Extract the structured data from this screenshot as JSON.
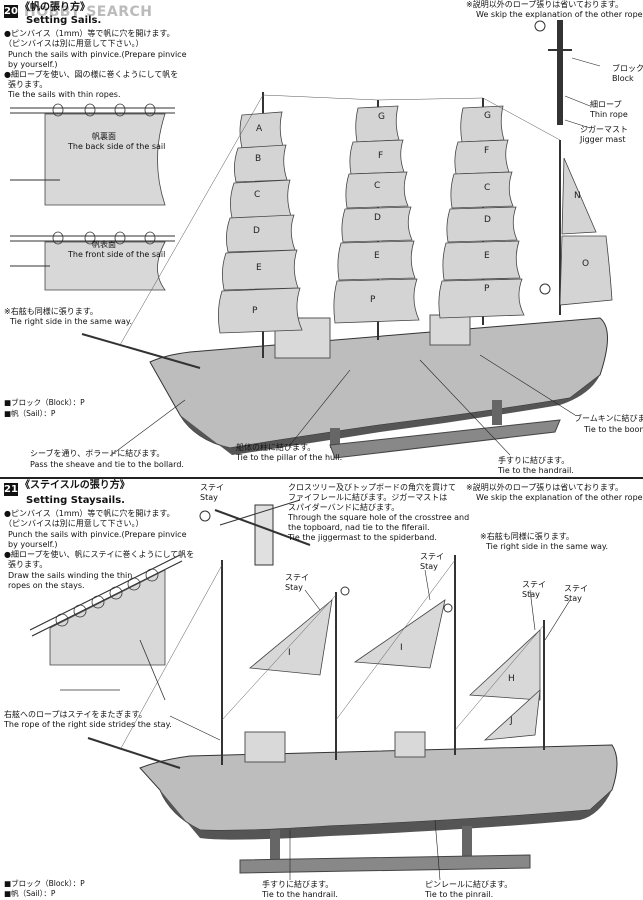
{
  "watermark": "HOBBY SEARCH",
  "step20": {
    "number": "20",
    "title_jp": "《帆の張り方》",
    "title_en": "Setting Sails.",
    "instr1_jp_a": "●ピンバイス（1mm）等で帆に穴を開けます。",
    "instr1_jp_b": "（ピンバイスは別に用意して下さい。）",
    "instr1_en_a": "Punch the sails with pinvice.(Prepare pinvice",
    "instr1_en_b": "by yourself.)",
    "instr2_jp_a": "●細ロープを使い、図の様に巻くようにして帆を",
    "instr2_jp_b": "張ります。",
    "instr2_en": "Tie the sails with thin ropes.",
    "back_jp": "帆裏面",
    "back_en": "The back side of the sail",
    "front_jp": "帆表面",
    "front_en": "The front side of the sail",
    "right_side_jp": "※右舷も同様に張ります。",
    "right_side_en": "Tie right side in the same way.",
    "skip_jp": "※説明以外のロープ張りは省いております。",
    "skip_en": "We skip the explanation of the other ropes.",
    "block_jp": "ブロック",
    "block_en": "Block",
    "thin_rope_jp": "細ロープ",
    "thin_rope_en": "Thin rope",
    "jigger_jp": "ジガーマスト",
    "jigger_en": "Jigger mast",
    "boomkin_jp": "ブームキンに結びます。",
    "boomkin_en": "Tie to the boomkin.",
    "pillar_jp": "船体の柱に結びます。",
    "pillar_en": "Tie to the pillar of the hull.",
    "handrail_jp": "手すりに結びます。",
    "handrail_en": "Tie to the handrail.",
    "sheave_jp": "シーブを通り、ボラードに結びます。",
    "sheave_en": "Pass the sheave and tie to the bollard.",
    "legend_block": "■",
    "legend_block_text": "ブロック（Block）：P",
    "legend_sail_text": "帆（Sail）：P"
  },
  "step21": {
    "number": "21",
    "title_jp": "《ステイスルの張り方》",
    "title_en": "Setting Staysails.",
    "instr1_jp_a": "●ピンバイス（1mm）等で帆に穴を開けます。",
    "instr1_jp_b": "（ピンバイスは別に用意して下さい。）",
    "instr1_en_a": "Punch the sails with pinvice.(Prepare pinvice",
    "instr1_en_b": "by yourself.)",
    "instr2_jp_a": "●細ロープを使い、帆にステイに巻くようにして帆を",
    "instr2_jp_b": "張ります。",
    "instr2_en_a": "Draw the sails winding the thin",
    "instr2_en_b": "ropes on the stays.",
    "stay_jp": "ステイ",
    "stay_en": "Stay",
    "cross_jp_a": "クロスツリー及びトップボードの角穴を貫けて",
    "cross_jp_b": "ファイフレールに結びます。ジガーマストは",
    "cross_jp_c": "スパイダーバンドに結びます。",
    "cross_en_a": "Through the square hole of the crosstree and",
    "cross_en_b": "the topboard, nad tie to the fiferail.",
    "cross_en_c": "Tie the jiggermast to the spiderband.",
    "skip_jp": "※説明以外のロープ張りは省いております。",
    "skip_en": "We skip the explanation of the other ropes.",
    "right_side_jp": "※右舷も同様に張ります。",
    "right_side_en": "Tie right side in the same way.",
    "strides_jp": "右舷へのロープはステイをまたぎます。",
    "strides_en": "The rope of the right side strides the stay.",
    "handrail_jp": "手すりに結びます。",
    "handrail_en": "Tie to the handrail.",
    "pinrail_jp": "ピンレールに結びます。",
    "pinrail_en": "Tie to the pinrail."
  },
  "sail_letters_top": [
    "A",
    "B",
    "C",
    "D",
    "E",
    "P",
    "G",
    "F",
    "C",
    "D",
    "E",
    "P",
    "G",
    "F",
    "C",
    "D",
    "E",
    "P",
    "N",
    "O"
  ],
  "sail_letters_bottom": [
    "I",
    "I",
    "H",
    "J"
  ]
}
